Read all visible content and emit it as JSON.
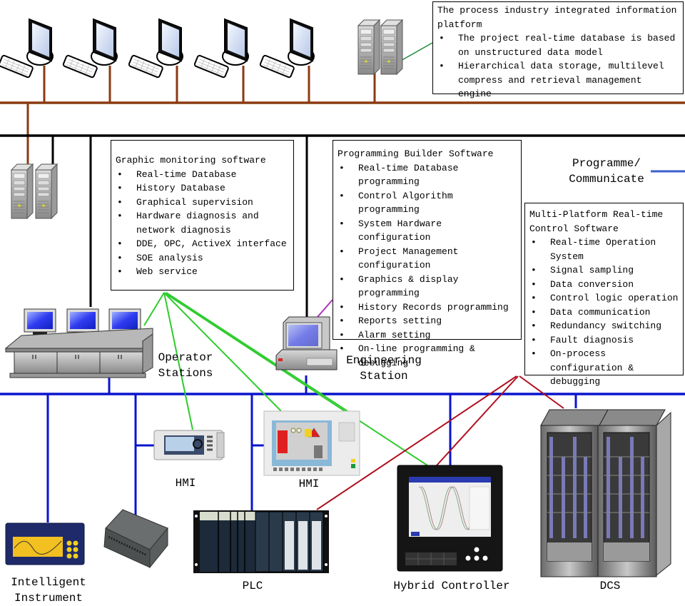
{
  "diagram": {
    "title": "Process industry integrated control system architecture",
    "colors": {
      "info_network": "#8b3a12",
      "control_network": "#000000",
      "field_network": "#0a14cc",
      "green_link": "#2ecc2e",
      "red_link": "#b01020",
      "purple_link": "#b030c0",
      "legend_line": "#3a5fcd"
    },
    "info_platform_box": {
      "title": "The process industry integrated information platform",
      "items": [
        "The project real-time database is based on unstructured data model",
        "Hierarchical data storage, multilevel compress and retrieval management engine"
      ]
    },
    "graphic_monitoring_box": {
      "title": "Graphic monitoring software",
      "items": [
        "Real-time Database",
        "History Database",
        "Graphical supervision",
        "Hardware diagnosis and network diagnosis",
        "DDE, OPC, ActiveX interface",
        "SOE analysis",
        "Web service"
      ]
    },
    "programming_builder_box": {
      "title": "Programming Builder Software",
      "items": [
        "Real-time Database programming",
        "Control Algorithm programming",
        "System Hardware configuration",
        "Project Management configuration",
        "Graphics & display programming",
        "History Records programming",
        "Reports setting",
        "Alarm setting",
        "On-line programming & debugging"
      ]
    },
    "control_software_box": {
      "title": "Multi-Platform Real-time Control Software",
      "items": [
        "Real-time Operation System",
        "Signal sampling",
        "Data conversion",
        "Control logic operation",
        "Data communication",
        "Redundancy switching",
        "Fault diagnosis",
        "On-process configuration & debugging"
      ]
    },
    "legend": {
      "label_line1": "Programme/",
      "label_line2": "Communicate"
    },
    "devices": {
      "operator_stations": {
        "line1": "Operator",
        "line2": "Stations"
      },
      "engineering_station": {
        "line1": "Engineering",
        "line2": "Station"
      },
      "hmi_small": "HMI",
      "hmi_large": "HMI",
      "intelligent_instrument": {
        "line1": "Intelligent",
        "line2": "Instrument"
      },
      "plc": "PLC",
      "hybrid_controller": "Hybrid Controller",
      "dcs": "DCS"
    },
    "nodes": {
      "workstation_count": 5,
      "server_pairs": 2
    }
  }
}
